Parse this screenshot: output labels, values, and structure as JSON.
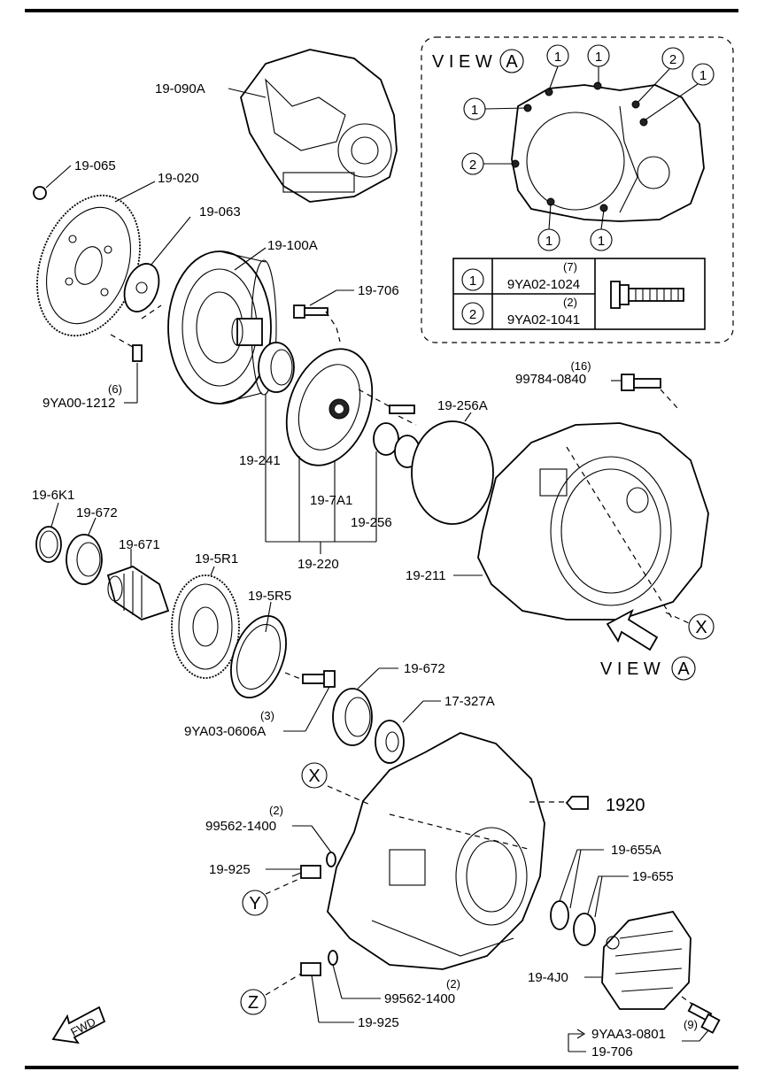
{
  "labels": {
    "p19090A": "19-090A",
    "p19065": "19-065",
    "p19020": "19-020",
    "p19063": "19-063",
    "p19100A": "19-100A",
    "p19706top": "19-706",
    "p9YA001212": "9YA00-1212",
    "q9YA001212": "(6)",
    "p997840840": "99784-0840",
    "q997840840": "(16)",
    "p19256A": "19-256A",
    "p19241": "19-241",
    "p197A1": "19-7A1",
    "p19256": "19-256",
    "p19220": "19-220",
    "p196K1": "19-6K1",
    "p19672a": "19-672",
    "p19671": "19-671",
    "p195R1": "19-5R1",
    "p195R5": "19-5R5",
    "p19211": "19-211",
    "p19672b": "19-672",
    "p17327A": "17-327A",
    "p9YA030606A": "9YA03-0606A",
    "q9YA030606A": "(3)",
    "p1920": "1920",
    "p995621400a": "99562-1400",
    "q995621400a": "(2)",
    "p19925a": "19-925",
    "p19655A": "19-655A",
    "p19655": "19-655",
    "p194J0": "19-4J0",
    "p995621400b": "99562-1400",
    "q995621400b": "(2)",
    "p19925b": "19-925",
    "p9YAA30801": "9YAA3-0801",
    "q9YAA30801": "(9)",
    "p19706bot": "19-706"
  },
  "markers": {
    "X": "X",
    "Y": "Y",
    "Z": "Z"
  },
  "view_a": {
    "title_text": "V I E W",
    "title_letter": "A",
    "bottom_text": "V I E W",
    "bottom_letter": "A",
    "callout_1": "1",
    "callout_2": "2"
  },
  "bolt_table": {
    "rows": [
      {
        "ref": "1",
        "qty": "(7)",
        "part": "9YA02-1024"
      },
      {
        "ref": "2",
        "qty": "(2)",
        "part": "9YA02-1041"
      }
    ]
  },
  "fwd_label": "FWD"
}
